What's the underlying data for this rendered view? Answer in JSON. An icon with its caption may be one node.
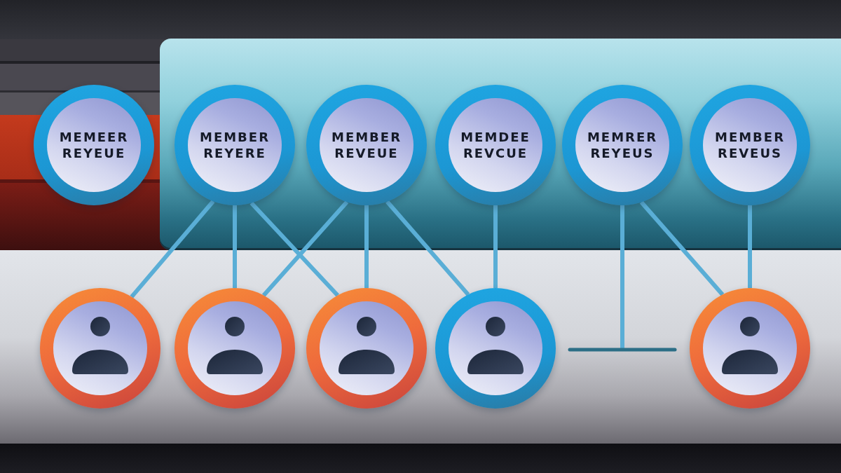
{
  "diagram": {
    "nodes": [
      {
        "text": [
          "MEMEER REYEUE"
        ]
      },
      {
        "text": [
          "MEMBER REYERE"
        ]
      },
      {
        "text": [
          "MEMBER REVEUE"
        ]
      },
      {
        "text": [
          "MEMDEE REVCUE"
        ]
      },
      {
        "text": [
          "MEMRER REYEUS"
        ]
      },
      {
        "text": [
          "MEMBER REVEUS"
        ]
      },
      {
        "text": [],
        "shape": "person"
      },
      {
        "text": [],
        "shape": "person"
      },
      {
        "text": [],
        "shape": "person"
      },
      {
        "text": [],
        "shape": "person"
      },
      {
        "text": [],
        "shape": "person"
      }
    ],
    "edges": [
      {
        "from": 1,
        "to": 6,
        "arrow": "none"
      },
      {
        "from": 1,
        "to": 7,
        "arrow": "none"
      },
      {
        "from": 1,
        "to": 8,
        "arrow": "none"
      },
      {
        "from": 2,
        "to": 7,
        "arrow": "none"
      },
      {
        "from": 2,
        "to": 8,
        "arrow": "none"
      },
      {
        "from": 2,
        "to": 9,
        "arrow": "none"
      },
      {
        "from": 3,
        "to": 9,
        "arrow": "none"
      },
      {
        "from": 4,
        "to": null,
        "arrow": "other"
      },
      {
        "from": 4,
        "to": 10,
        "arrow": "none"
      },
      {
        "from": 5,
        "to": 10,
        "arrow": "none"
      }
    ]
  }
}
